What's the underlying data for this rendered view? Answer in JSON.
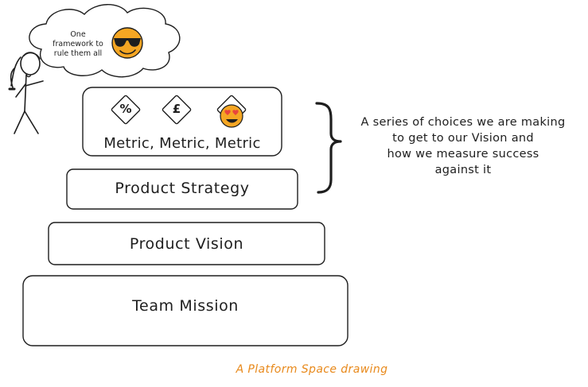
{
  "thought_bubble": {
    "lines": [
      "One",
      "framework to",
      "rule them all"
    ]
  },
  "metrics_box": {
    "icons": [
      {
        "name": "percent-icon",
        "glyph": "%"
      },
      {
        "name": "pound-icon",
        "glyph": "£"
      },
      {
        "name": "heart-eyes-emoji-icon",
        "glyph": ""
      }
    ],
    "label": "Metric, Metric, Metric"
  },
  "tiers": {
    "strategy": "Product Strategy",
    "vision": "Product Vision",
    "mission": "Team Mission"
  },
  "side_note": {
    "lines": [
      "A series of choices we are making",
      "to get to our Vision and",
      "how we measure success",
      "against it"
    ]
  },
  "footer": "A Platform Space drawing",
  "colors": {
    "ink": "#1e1e1e",
    "emoji_yellow": "#f5a623",
    "heart_red": "#e8453c",
    "footer_orange": "#e8891b"
  },
  "icons": [
    "stick-figure-icon",
    "sunglasses-emoji-icon",
    "curly-brace-icon"
  ]
}
